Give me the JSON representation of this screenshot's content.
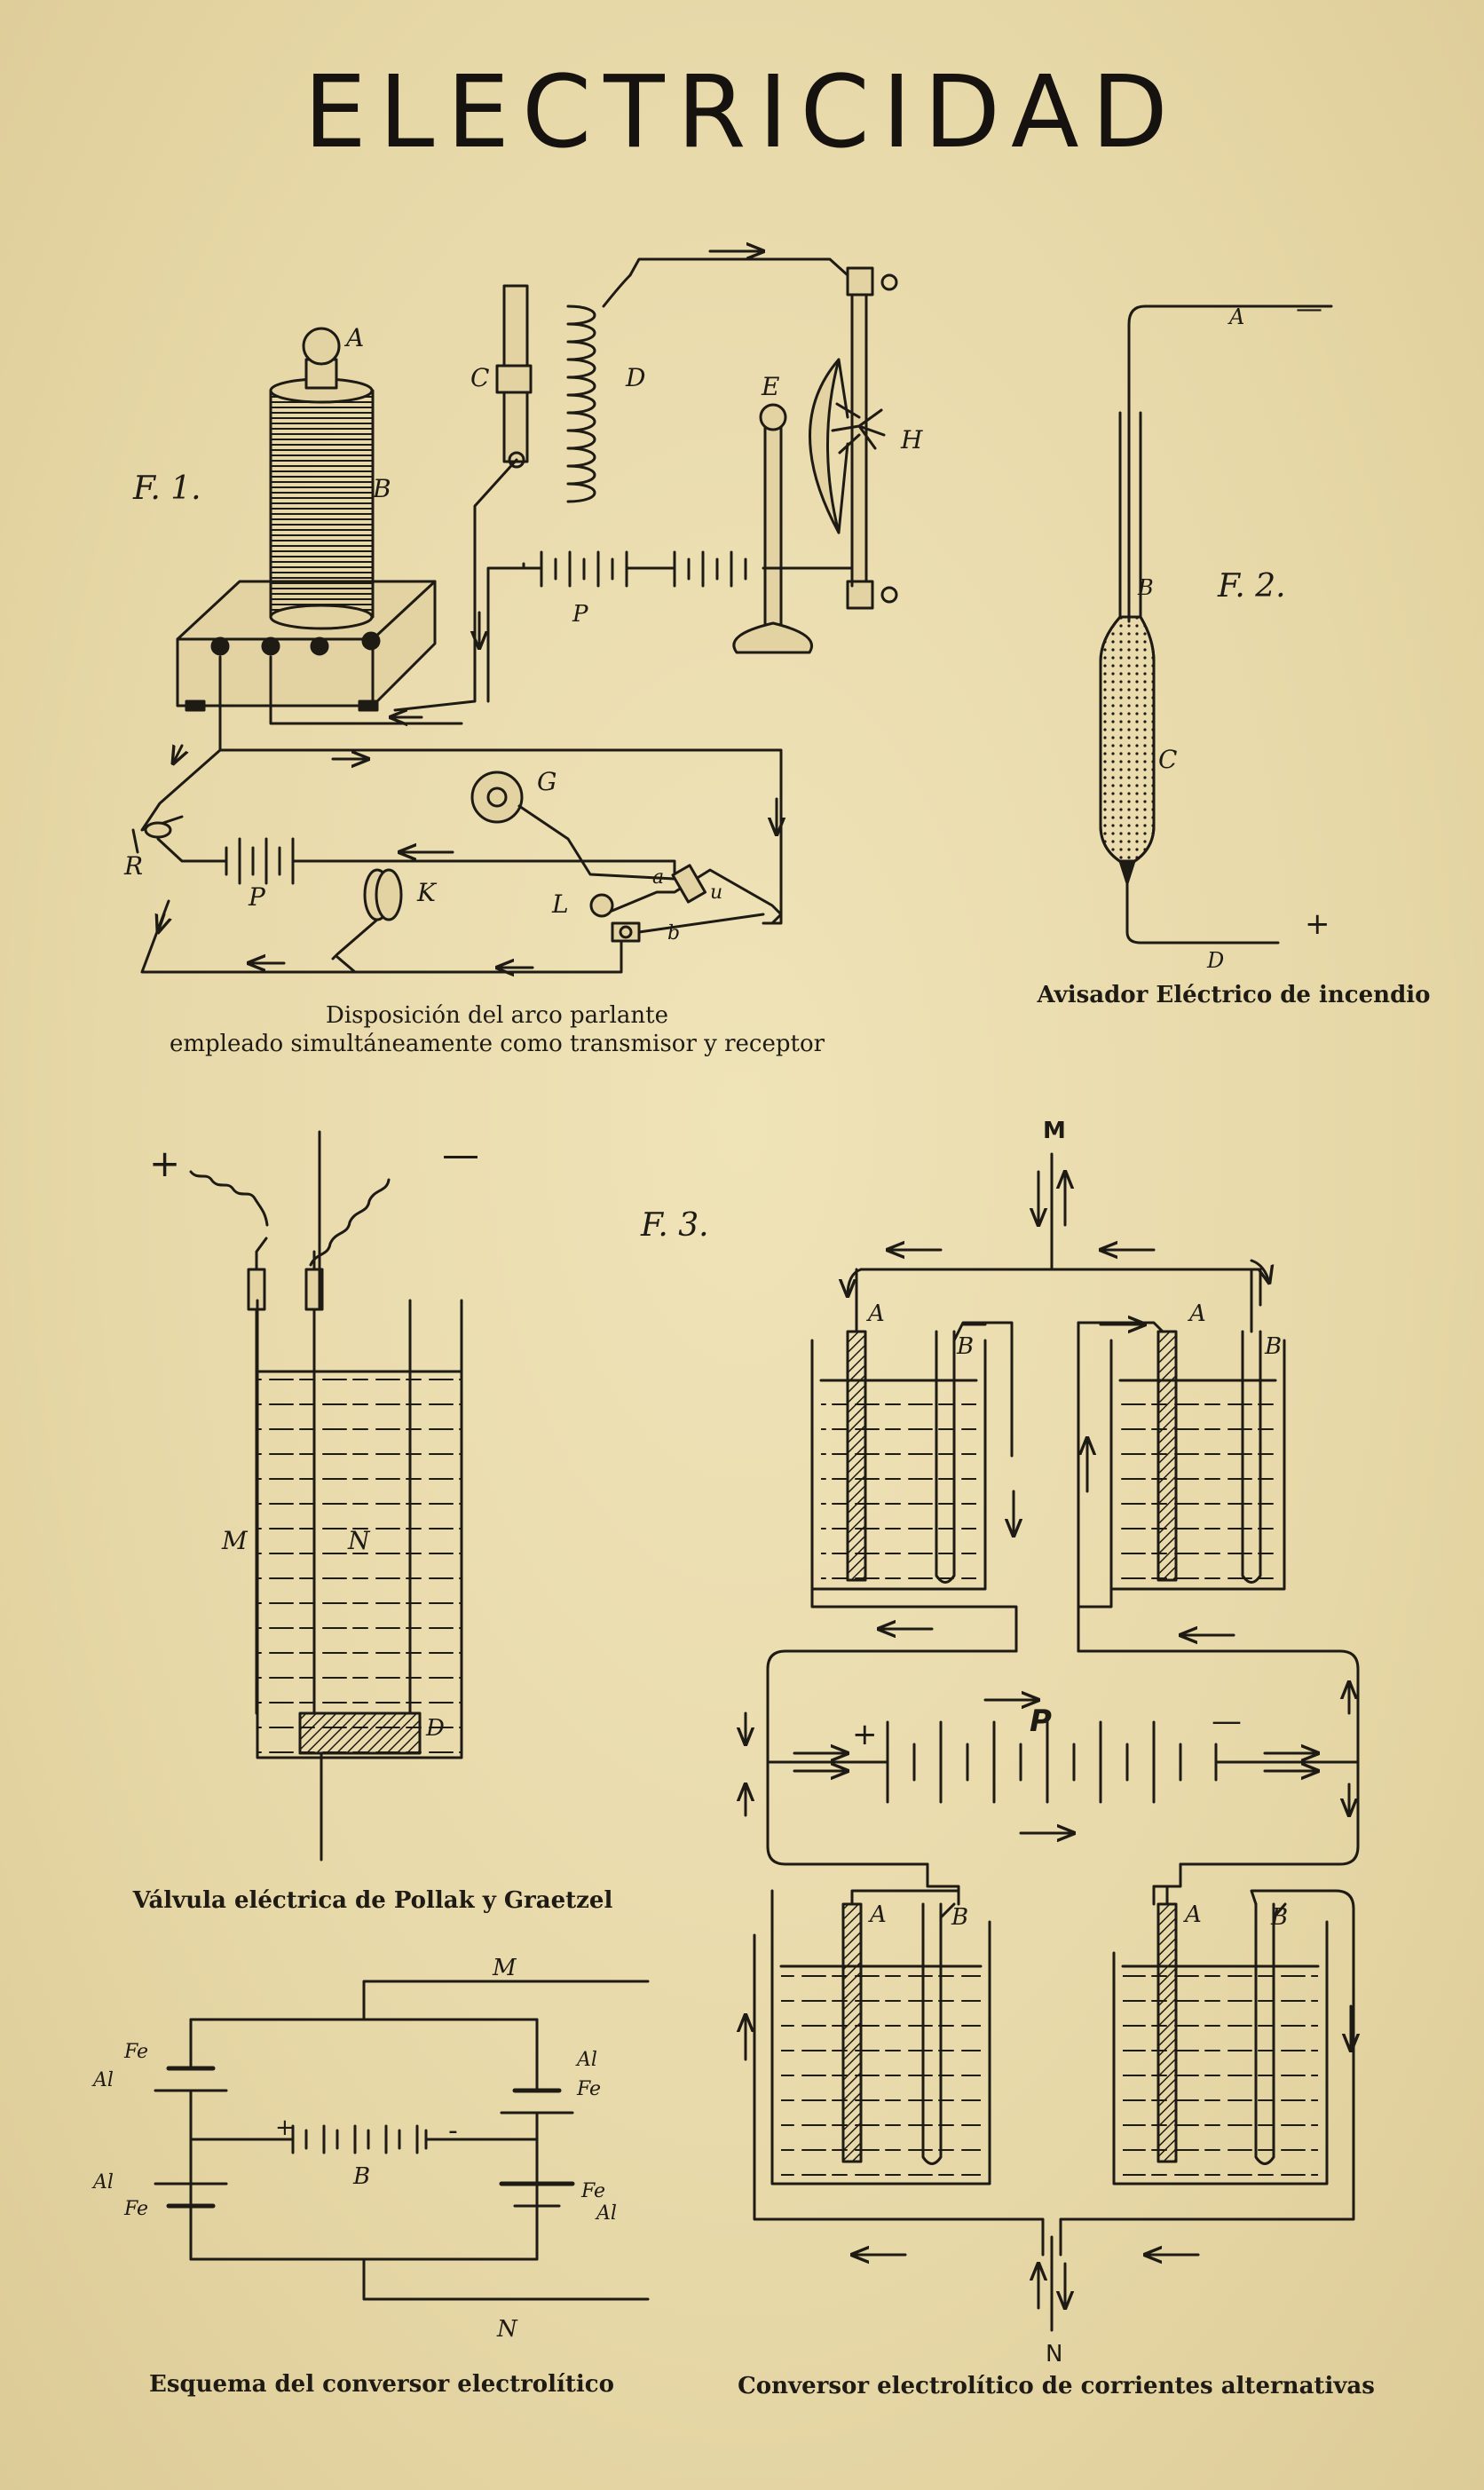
{
  "title": "ELECTRICIDAD",
  "figures": {
    "f1": {
      "tag": "F. 1.",
      "caption_line1": "Disposición del arco parlante",
      "caption_line2": "empleado simultáneamente como transmisor y receptor",
      "labels": {
        "A": "A",
        "B": "B",
        "C": "C",
        "D": "D",
        "E": "E",
        "H": "H",
        "P_top": "P",
        "G": "G",
        "K": "K",
        "L": "L",
        "R": "R",
        "P_bottom": "P",
        "a": "a",
        "u": "u",
        "b": "b"
      }
    },
    "f2": {
      "tag": "F. 2.",
      "caption": "Avisador Eléctrico de incendio",
      "labels": {
        "A": "A",
        "B": "B",
        "C": "C",
        "D": "D",
        "minus": "—",
        "plus": "+"
      }
    },
    "f3": {
      "tag": "F. 3."
    },
    "valve": {
      "caption": "Válvula eléctrica de Pollak y Graetzel",
      "labels": {
        "plus": "+",
        "minus": "—",
        "M": "M",
        "N": "N",
        "D": "D"
      }
    },
    "scheme": {
      "caption": "Esquema del conversor electrolítico",
      "labels": {
        "M": "M",
        "N": "N",
        "B": "B",
        "plus": "+",
        "minus": "-",
        "Fe": "Fe",
        "Al": "Al"
      }
    },
    "converter": {
      "caption": "Conversor electrolítico de corrientes alternativas",
      "labels": {
        "M": "M",
        "N": "N",
        "A": "A",
        "B": "B",
        "P": "P",
        "plus": "+",
        "minus": "—"
      }
    }
  },
  "colors": {
    "paper": "#eadcae",
    "ink": "#1e1a14"
  }
}
